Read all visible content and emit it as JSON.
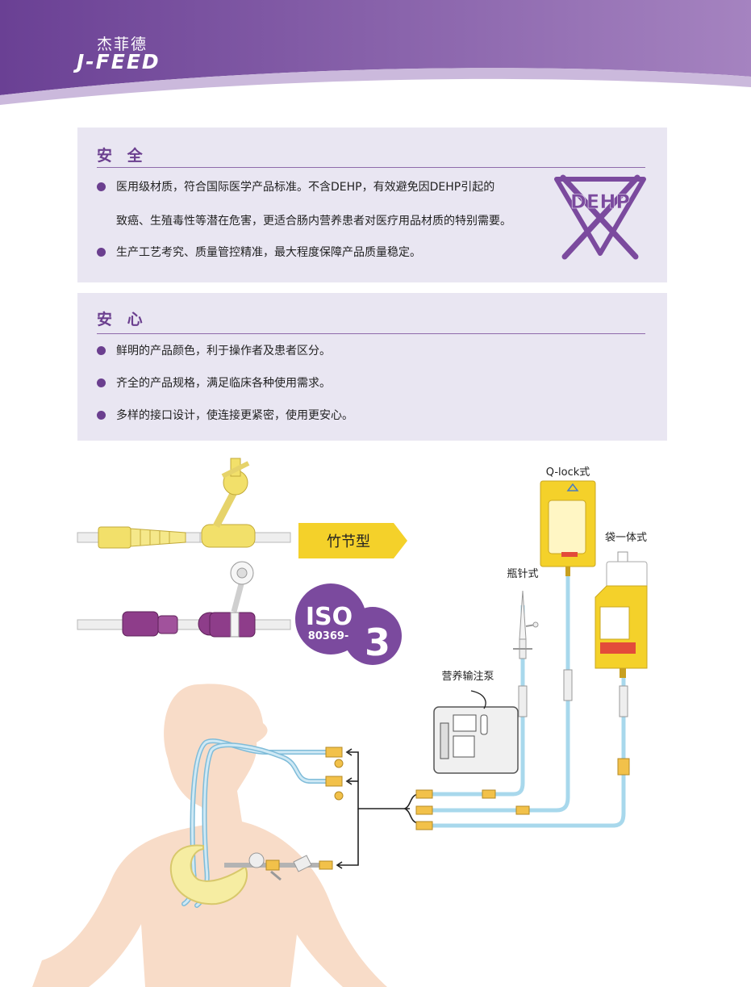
{
  "brand": {
    "chinese_name": "杰菲德",
    "english_name": "J-FEED"
  },
  "safety": {
    "title": "安 全",
    "bullets": [
      "医用级材质，符合国际医学产品标准。不含DEHP，有效避免因DEHP引起的",
      "致癌、生殖毒性等潜在危害，更适合肠内营养患者对医疗用品材质的特别需要。",
      "生产工艺考究、质量管控精准，最大程度保障产品质量稳定。"
    ],
    "dehp_icon_label": "DEHP"
  },
  "assurance": {
    "title": "安 心",
    "bullets": [
      "鲜明的产品颜色，利于操作者及患者区分。",
      "齐全的产品规格，满足临床各种使用需求。",
      "多样的接口设计，使连接更紧密，使用更安心。"
    ]
  },
  "connectors": {
    "bamboo_label": "竹节型",
    "iso_badge": {
      "iso": "ISO",
      "standard": "80369-",
      "part": "3"
    }
  },
  "diagram": {
    "q_lock_label": "Q-lock式",
    "bag_integrated_label": "袋一体式",
    "bottle_spike_label": "瓶针式",
    "pump_label": "营养输注泵"
  },
  "colors": {
    "brand_purple": "#6b3f8f",
    "panel_bg": "#e9e6f2",
    "connector_yellow": "#f2e06a",
    "arrow_yellow": "#f4d12a",
    "iso_purple": "#7b4a9e",
    "tube_blue": "#a8d8ec",
    "skin": "#f8dcc8"
  }
}
